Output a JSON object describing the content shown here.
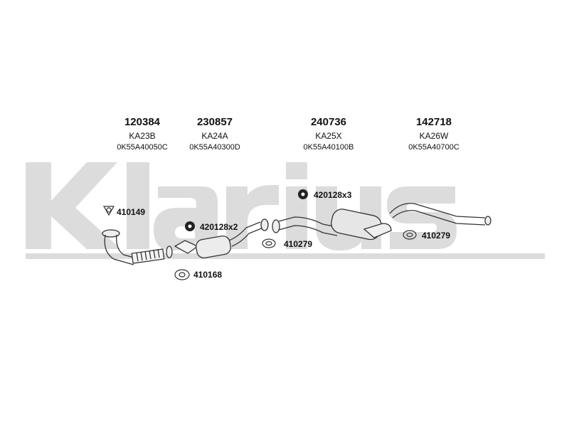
{
  "watermark": {
    "text": "Klarius",
    "color": "#d9d9d9"
  },
  "parts": [
    {
      "number": "120384",
      "code": "KA23B",
      "oem": "0K55A40050C"
    },
    {
      "number": "230857",
      "code": "KA24A",
      "oem": "0K55A40300D"
    },
    {
      "number": "240736",
      "code": "KA25X",
      "oem": "0K55A40100B"
    },
    {
      "number": "142718",
      "code": "KA26W",
      "oem": "0K55A40700C"
    }
  ],
  "fittings": {
    "gasket_front": "410149",
    "gasket_lower": "410168",
    "mount_a": "420128x2",
    "gasket_mid": "410279",
    "mount_b": "420128x3",
    "gasket_rear": "410279"
  },
  "icons": {
    "gasket": "triangular-gasket-icon",
    "ring_gasket": "ring-gasket-icon",
    "mount": "rubber-mount-icon"
  }
}
